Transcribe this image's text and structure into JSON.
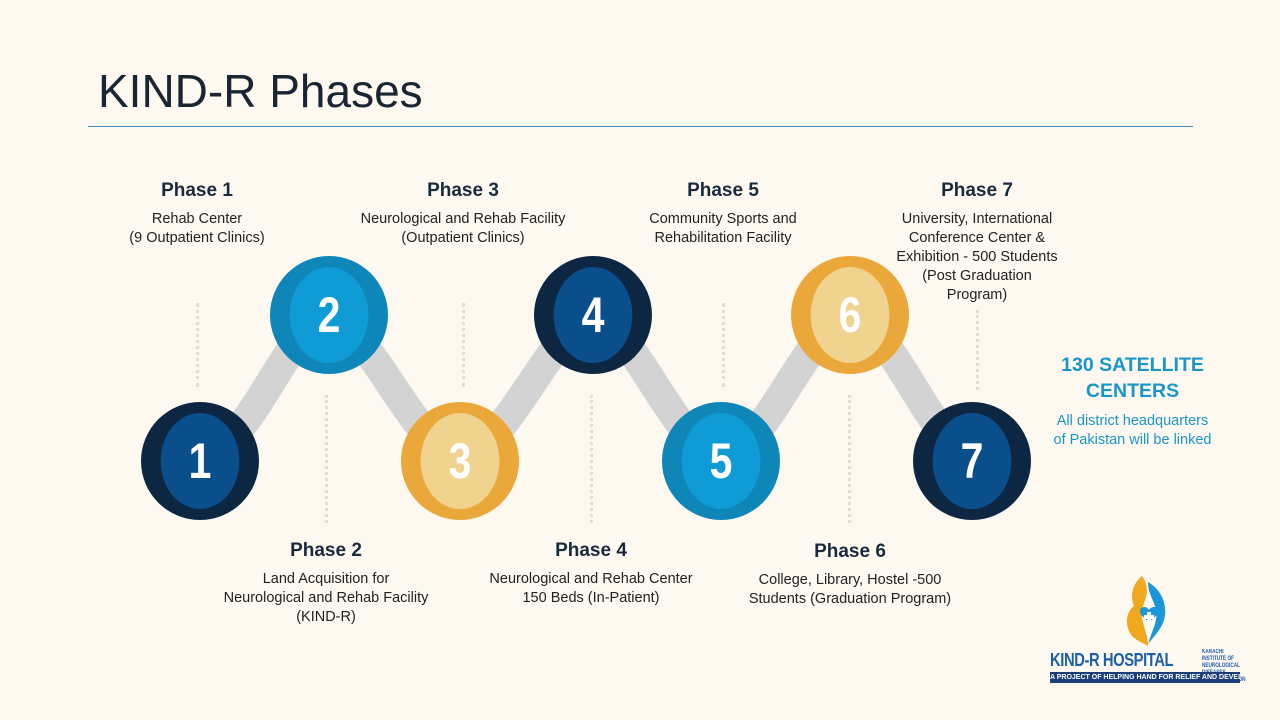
{
  "title": "KIND-R Phases",
  "circles": [
    {
      "number": "1"
    },
    {
      "number": "2"
    },
    {
      "number": "3"
    },
    {
      "number": "4"
    },
    {
      "number": "5"
    },
    {
      "number": "6"
    },
    {
      "number": "7"
    }
  ],
  "phases": [
    {
      "name": "Phase 1",
      "desc_lines": [
        "Rehab Center",
        "(9 Outpatient Clinics)"
      ]
    },
    {
      "name": "Phase 2",
      "desc_lines": [
        "Land Acquisition for",
        "Neurological and Rehab Facility",
        "(KIND-R)"
      ]
    },
    {
      "name": "Phase 3",
      "desc_lines": [
        "Neurological and Rehab Facility",
        "(Outpatient Clinics)"
      ]
    },
    {
      "name": "Phase 4",
      "desc_lines": [
        "Neurological and Rehab Center",
        "150 Beds (In-Patient)"
      ]
    },
    {
      "name": "Phase 5",
      "desc_lines": [
        "Community Sports and",
        "Rehabilitation Facility"
      ]
    },
    {
      "name": "Phase 6",
      "desc_lines": [
        "College, Library, Hostel -500",
        "Students (Graduation Program)"
      ]
    },
    {
      "name": "Phase 7",
      "desc_lines": [
        "University, International",
        "Conference Center &",
        "Exhibition - 500 Students",
        "(Post Graduation",
        "Program)"
      ]
    }
  ],
  "satellite": {
    "title_lines": [
      "130 SATELLITE",
      "CENTERS"
    ],
    "desc_lines": [
      "All district headquarters",
      "of Pakistan will be linked"
    ]
  },
  "logo": {
    "name": "KIND-R HOSPITAL",
    "subtitle_lines": [
      "KARACHI INSTITUTE OF",
      "NEUROLOGICAL DISEASES",
      "& REHABILITATION"
    ],
    "tagline": "A PROJECT OF HELPING HAND FOR RELIEF AND DEVELOPMENT"
  },
  "colors": {
    "navy": "#0a4f8c",
    "blue": "#0e9bd6",
    "gold": "#f0d38e",
    "accent": "#1b96c8"
  }
}
